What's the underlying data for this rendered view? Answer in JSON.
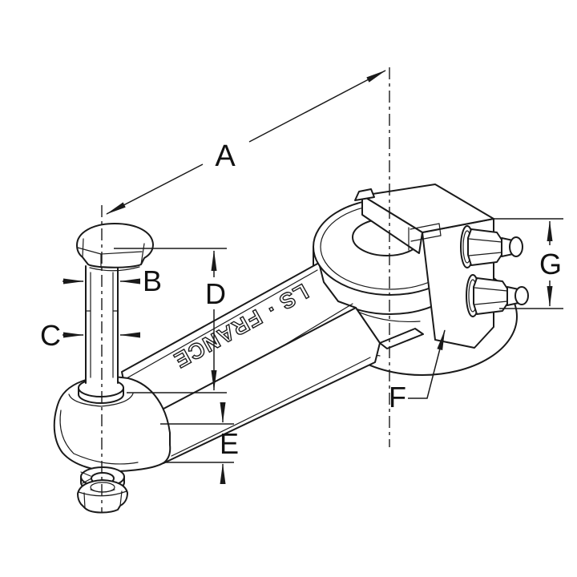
{
  "drawing": {
    "kind": "isometric technical illustration",
    "subject": "steering drop arm with ball stud and clamp hub",
    "background": "#ffffff",
    "ink": "#1a1a1a"
  },
  "part": {
    "engraving": "LS · FRANCE"
  },
  "dimensions": {
    "a": "A",
    "b": "B",
    "c": "C",
    "d": "D",
    "e": "E",
    "f": "F",
    "g": "G"
  }
}
